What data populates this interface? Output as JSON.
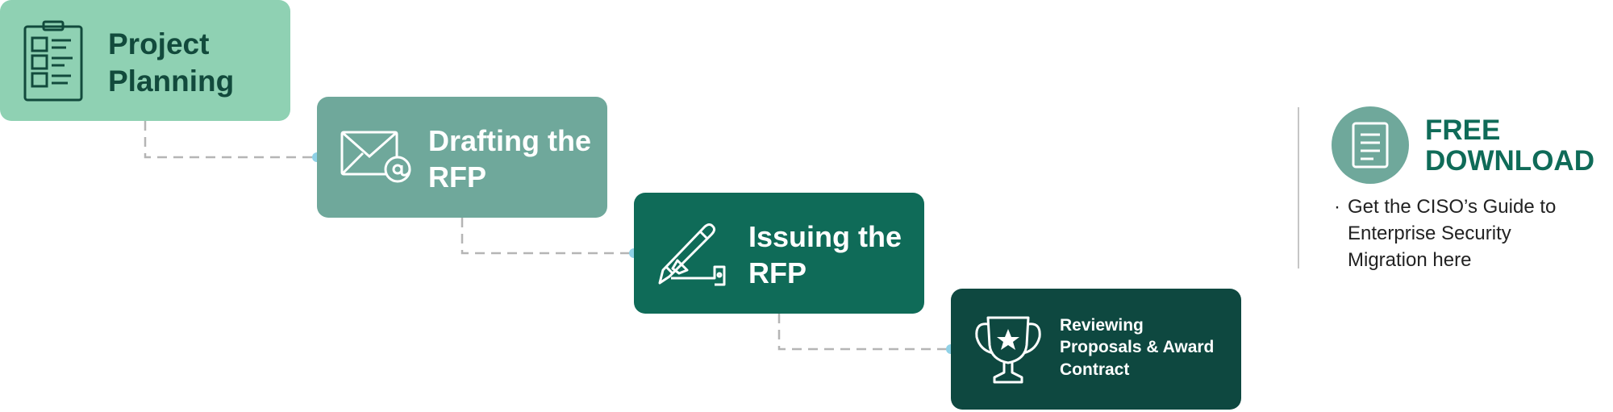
{
  "steps": [
    {
      "label": "Project Planning",
      "icon": "clipboard-icon"
    },
    {
      "label": "Drafting the RFP",
      "icon": "email-icon"
    },
    {
      "label": "Issuing the RFP",
      "icon": "signing-icon"
    },
    {
      "label": "Reviewing Proposals & Award Contract",
      "icon": "trophy-icon"
    }
  ],
  "download": {
    "title_line1": "FREE",
    "title_line2": "DOWNLOAD",
    "bullet": "·",
    "text": "Get the CISO’s Guide to Enterprise Security Migration here",
    "icon": "document-icon"
  },
  "colors": {
    "step1": "#8fd1b3",
    "step2": "#6fa89b",
    "step3": "#0f6b58",
    "step4": "#0e4840",
    "accent": "#0f6b58",
    "connector_dot": "#8fd1e6"
  }
}
